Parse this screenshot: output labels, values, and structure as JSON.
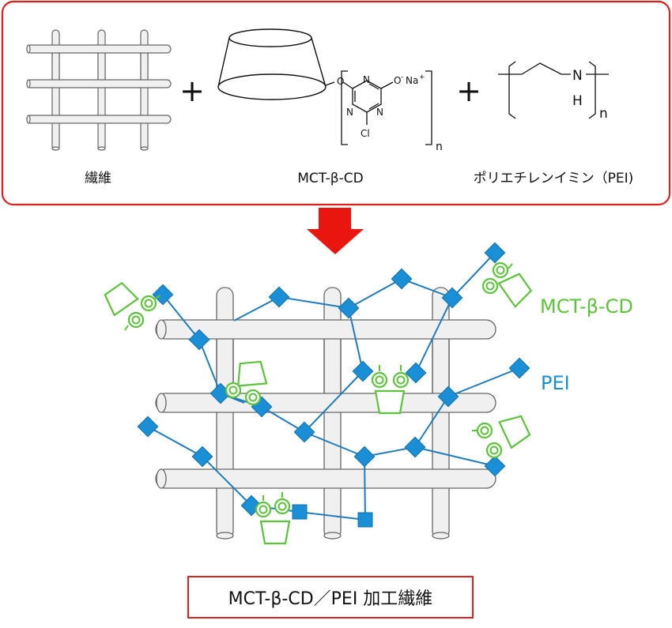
{
  "top": {
    "plus_sign": "+",
    "fiber_label": "繊維",
    "mctcd_label": "MCT-β-CD",
    "pei_label": "ポリエチレンイミン（PEI)",
    "atoms": {
      "O_link": "O",
      "O_minus": "O",
      "minus": "-",
      "Na": "Na",
      "plus": "+",
      "N_top": "N",
      "N_left": "N",
      "N_bottom": "N",
      "Cl": "Cl",
      "n1": "n",
      "N_pei": "N",
      "H_pei": "H",
      "n2": "n"
    }
  },
  "legend": {
    "mctcd": "MCT-β-CD",
    "pei": "PEI"
  },
  "result": {
    "label": "MCT-β-CD／PEI 加工繊維"
  },
  "colors": {
    "frame_red": "#e0201c",
    "arrow_red": "#e8160e",
    "mctcd_green": "#5cc43a",
    "pei_blue": "#1a8fd6",
    "pei_line": "#1e7cc0",
    "fiber_fill": "#f0f0f0",
    "fiber_stroke": "#666666"
  }
}
